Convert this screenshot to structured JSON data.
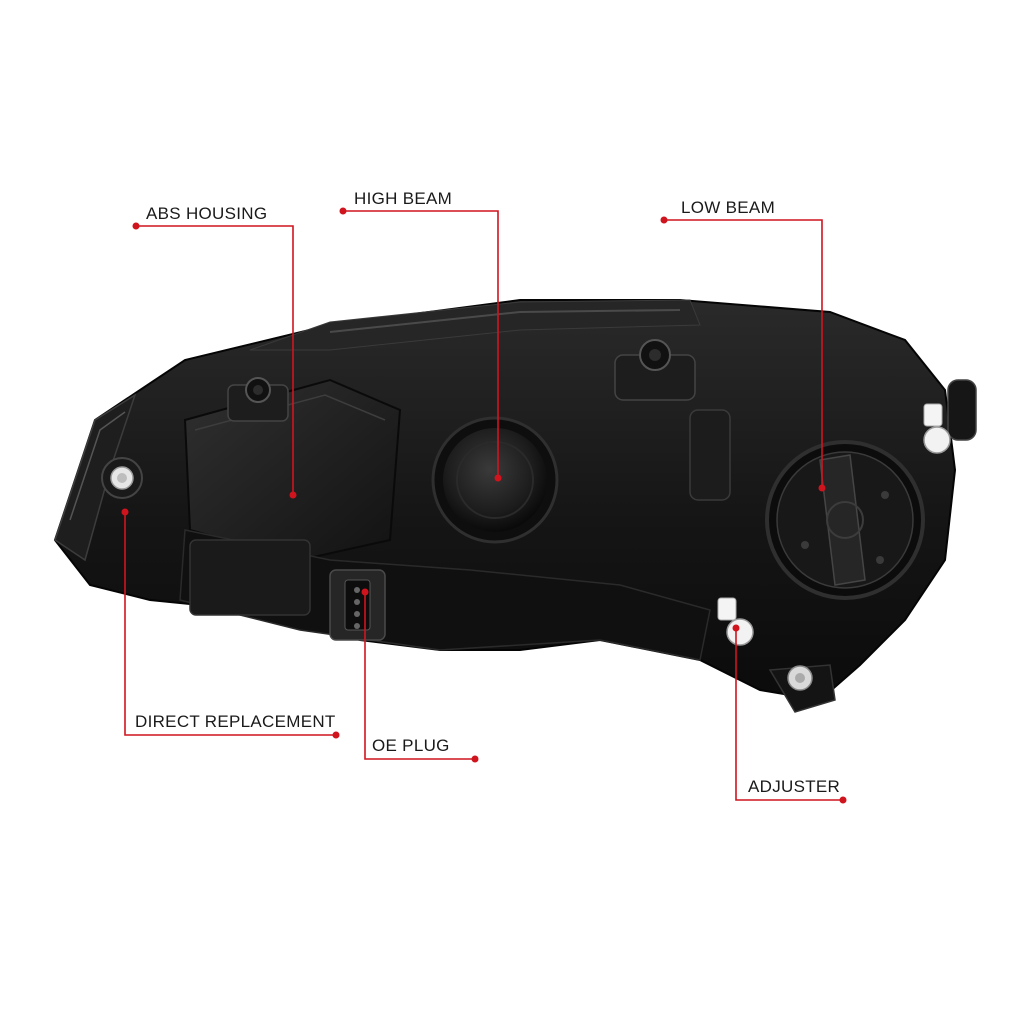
{
  "callouts": {
    "abs_housing": "ABS HOUSING",
    "high_beam": "HIGH BEAM",
    "low_beam": "LOW BEAM",
    "direct_replacement": "DIRECT REPLACEMENT",
    "oe_plug": "OE PLUG",
    "adjuster": "ADJUSTER"
  },
  "colors": {
    "callout_line": "#d0141e",
    "callout_dot": "#d0141e",
    "label_text": "#1a1a1a",
    "housing": "#141414",
    "background": "#ffffff"
  }
}
